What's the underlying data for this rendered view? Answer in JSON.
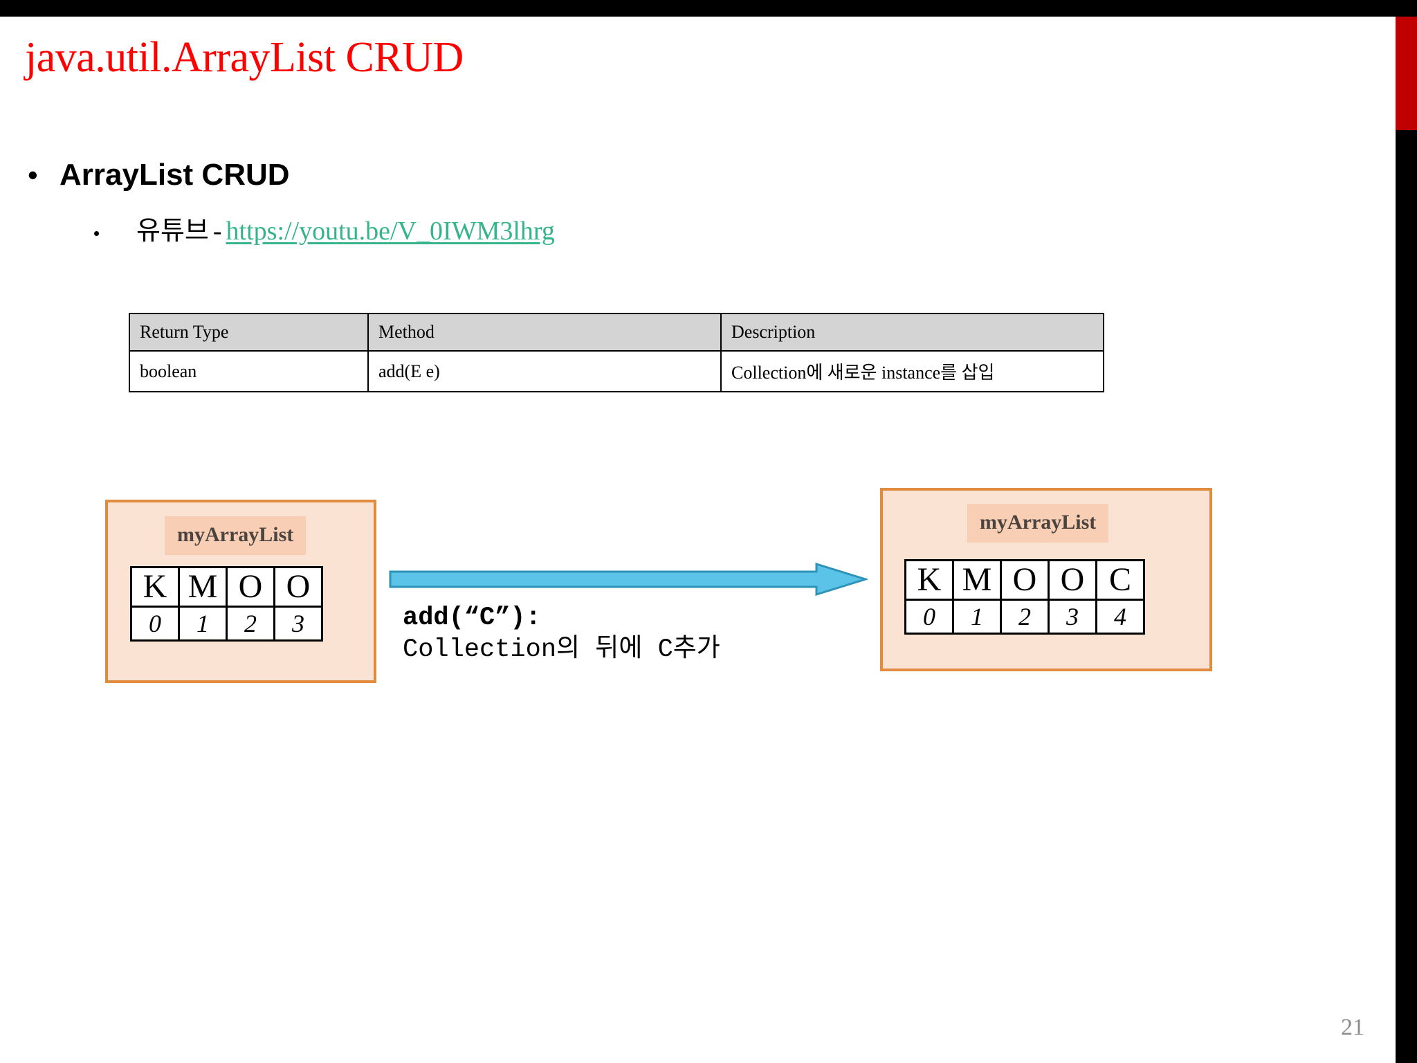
{
  "slide": {
    "title": "java.util.ArrayList CRUD",
    "page_number": "21",
    "accent_red": "#C00000",
    "title_color": "#FF0000",
    "link_color": "#35B48A",
    "panel_fill": "#FBE3D3",
    "panel_border": "#E08B3E",
    "label_fill": "#F8CFB4",
    "arrow_fill": "#5BC3E8",
    "arrow_border": "#2E93B8",
    "table_header_fill": "#D4D4D4"
  },
  "bullets": {
    "level1": {
      "marker": "•",
      "text": "ArrayList CRUD"
    },
    "level2": {
      "marker": "•",
      "text": "유튜브",
      "separator": "-",
      "link_text": "https://youtu.be/V_0IWM3lhrg"
    }
  },
  "method_table": {
    "headers": [
      "Return Type",
      "Method",
      "Description"
    ],
    "rows": [
      [
        "boolean",
        "add(E e)",
        "Collection에 새로운 instance를 삽입"
      ]
    ]
  },
  "diagram": {
    "before": {
      "label": "myArrayList",
      "values": [
        "K",
        "M",
        "O",
        "O"
      ],
      "indices": [
        "0",
        "1",
        "2",
        "3"
      ]
    },
    "after": {
      "label": "myArrayList",
      "values": [
        "K",
        "M",
        "O",
        "O",
        "C"
      ],
      "indices": [
        "0",
        "1",
        "2",
        "3",
        "4"
      ]
    },
    "caption": {
      "line1": "add(“C”):",
      "line2": "Collection의 뒤에 C추가"
    }
  }
}
